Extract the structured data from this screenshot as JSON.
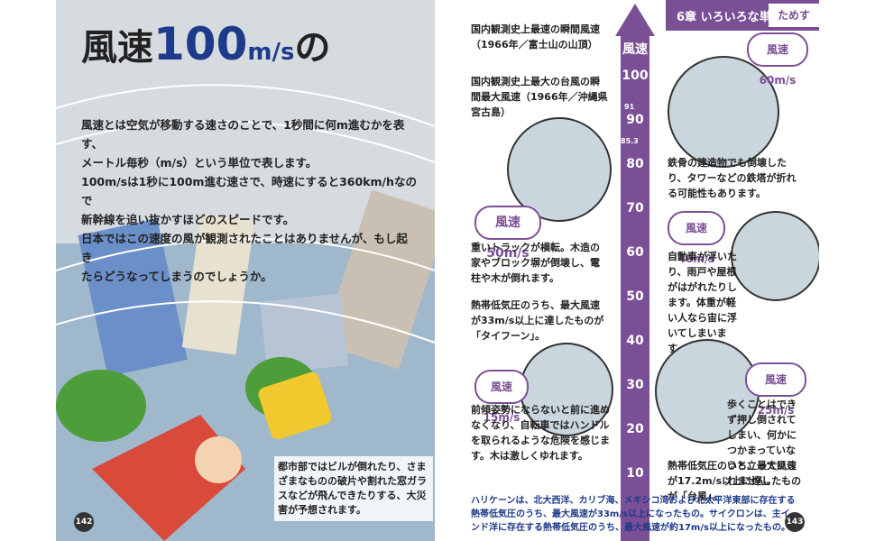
{
  "left": {
    "title_line1_pre": "風速",
    "title_line1_num": "100",
    "title_line1_unit": "m/s",
    "title_line1_post": "の",
    "title_line2": "風が吹いたら？",
    "intro": [
      "風速とは空気が移動する速さのことで、1秒間に何m進むかを表す、",
      "メートル毎秒（m/s）という単位で表します。",
      "100m/sは1秒に100m進む速さで、時速にすると360km/hなので",
      "新幹線を追い抜かすほどのスピードです。",
      "日本ではこの速度の風が観測されたことはありませんが、もし起き",
      "たらどうなってしまうのでしょうか。"
    ],
    "caption": "都市部ではビルが倒れたり、さまざまなものの破片や割れた窓ガラスなどが飛んできたりする、大災害が予想されます。",
    "page_number": "142"
  },
  "right": {
    "chapter_label": "6章 いろいろな単位",
    "tag": "ためす",
    "scale_title": "風速",
    "ticks": [
      "100",
      "90",
      "80",
      "70",
      "60",
      "50",
      "40",
      "30",
      "20",
      "10"
    ],
    "marks": [
      "91",
      "85.3"
    ],
    "note_max_gust": "国内観測史上最速の瞬間風速（1966年／富士山の山頂）",
    "note_typhoon": "国内観測史上最大の台風の瞬間最大風速（1966年／沖縄県宮古島）",
    "badge_50": "風速 50m/s",
    "text_50": "重いトラックが横転。木造の家やブロック塀が倒壊し、電柱や木が倒れます。",
    "badge_60": "風速 60m/s",
    "text_60": "鉄骨の建造物でも倒壊したり、タワーなどの鉄塔が折れる可能性もあります。",
    "badge_40": "風速 40m/s",
    "text_40": "自動車が浮いたり、雨戸や屋根がはがれたりします。体重が軽い人なら宙に浮いてしまいます。",
    "text_typhoon_def": "熱帯低気圧のうち、最大風速が33m/s以上に達したものが「タイフーン」。",
    "badge_15": "風速 15m/s",
    "text_15": "前傾姿勢にならないと前に進めなくなり、自転車ではハンドルを取られるような危険を感じます。木は激しくゆれます。",
    "badge_25": "風速 25m/s",
    "text_25": "歩くことはできず押し倒されてしまい、何かにつかまっていないと立っていられません。",
    "text_taifu_def": "熱帯低気圧のうち、最大風速が17.2m/s以上に達したものが「台風」。",
    "footnote": "ハリケーンは、北大西洋、カリブ海、メキシコ湾および北太平洋東部に存在する熱帯低気圧のうち、最大風速が33m/s以上になったもの。サイクロンは、主インド洋に存在する熱帯低気圧のうち、最大風速が約17m/s以上になったもの。",
    "page_number": "143"
  },
  "colors": {
    "accent": "#7b4f96",
    "title_blue": "#1e3a8a"
  }
}
